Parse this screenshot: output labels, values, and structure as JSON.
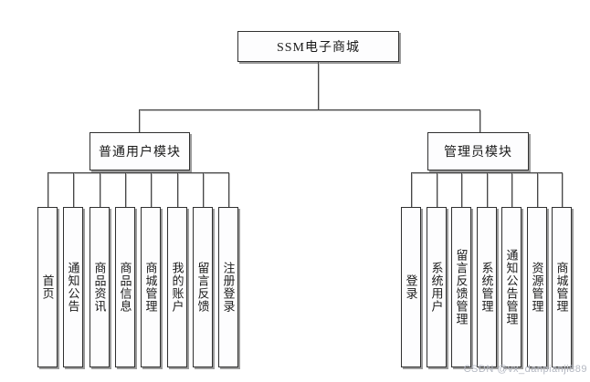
{
  "diagram": {
    "root_label": "SSM电子商城",
    "modules": [
      {
        "label": "普通用户模块",
        "children": [
          "首页",
          "通知公告",
          "商品资讯",
          "商品信息",
          "商城管理",
          "我的账户",
          "留言反馈",
          "注册登录"
        ]
      },
      {
        "label": "管理员模块",
        "children": [
          "登录",
          "系统用户",
          "留言反馈管理",
          "系统管理",
          "通知公告管理",
          "资源管理",
          "商城管理"
        ]
      }
    ]
  },
  "watermark": {
    "text": "CSDN @vx_danpianji889",
    "color": "#b4b8c2"
  },
  "colors": {
    "background": "#ffffff",
    "line": "#474747",
    "box_border": "#303030",
    "box_shadow": "#9b9b9b",
    "box_fill": "#fdfdfe"
  }
}
